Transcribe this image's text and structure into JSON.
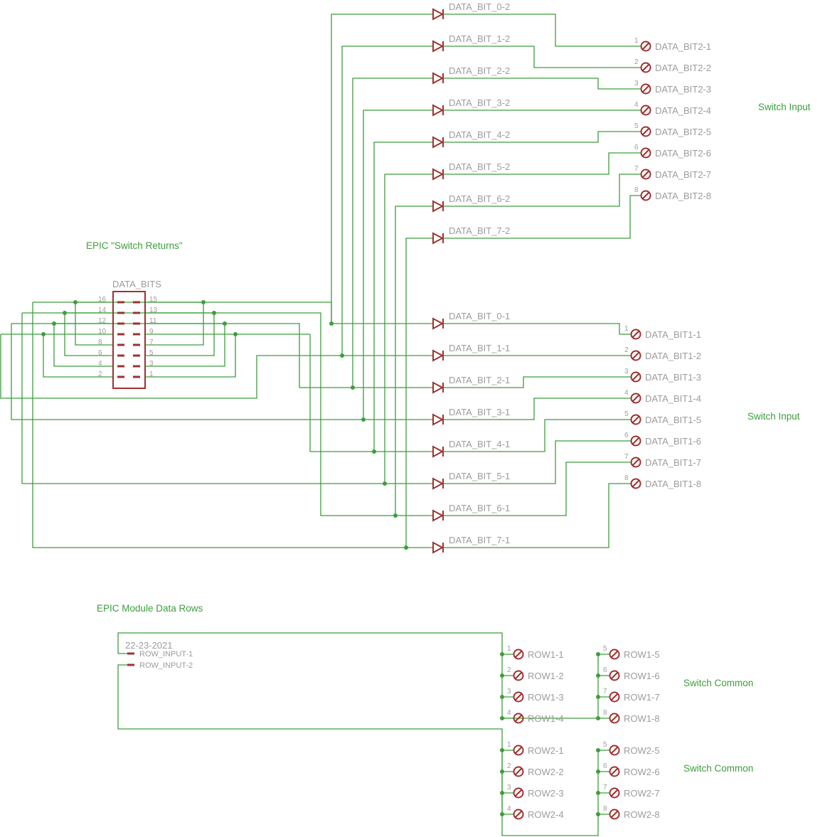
{
  "notes": {
    "switch_input_top": "Switch Input",
    "switch_input_bottom": "Switch Input",
    "switch_returns": "EPIC \"Switch Returns\"",
    "module_data_rows": "EPIC Module Data Rows",
    "switch_common_1": "Switch Common",
    "switch_common_2": "Switch Common"
  },
  "connector": {
    "name": "DATA_BITS",
    "left_pins": [
      "16",
      "14",
      "12",
      "10",
      "8",
      "6",
      "4",
      "2"
    ],
    "right_pins": [
      "15",
      "13",
      "11",
      "9",
      "7",
      "5",
      "3",
      "1"
    ]
  },
  "diodes_group2": [
    "DATA_BIT_0-2",
    "DATA_BIT_1-2",
    "DATA_BIT_2-2",
    "DATA_BIT_3-2",
    "DATA_BIT_4-2",
    "DATA_BIT_5-2",
    "DATA_BIT_6-2",
    "DATA_BIT_7-2"
  ],
  "diodes_group1": [
    "DATA_BIT_0-1",
    "DATA_BIT_1-1",
    "DATA_BIT_2-1",
    "DATA_BIT_3-1",
    "DATA_BIT_4-1",
    "DATA_BIT_5-1",
    "DATA_BIT_6-1",
    "DATA_BIT_7-1"
  ],
  "terminals_bit2": [
    {
      "pin": "1",
      "label": "DATA_BIT2-1"
    },
    {
      "pin": "2",
      "label": "DATA_BIT2-2"
    },
    {
      "pin": "3",
      "label": "DATA_BIT2-3"
    },
    {
      "pin": "4",
      "label": "DATA_BIT2-4"
    },
    {
      "pin": "5",
      "label": "DATA_BIT2-5"
    },
    {
      "pin": "6",
      "label": "DATA_BIT2-6"
    },
    {
      "pin": "7",
      "label": "DATA_BIT2-7"
    },
    {
      "pin": "8",
      "label": "DATA_BIT2-8"
    }
  ],
  "terminals_bit1": [
    {
      "pin": "1",
      "label": "DATA_BIT1-1"
    },
    {
      "pin": "2",
      "label": "DATA_BIT1-2"
    },
    {
      "pin": "3",
      "label": "DATA_BIT1-3"
    },
    {
      "pin": "4",
      "label": "DATA_BIT1-4"
    },
    {
      "pin": "5",
      "label": "DATA_BIT1-5"
    },
    {
      "pin": "6",
      "label": "DATA_BIT1-6"
    },
    {
      "pin": "7",
      "label": "DATA_BIT1-7"
    },
    {
      "pin": "8",
      "label": "DATA_BIT1-8"
    }
  ],
  "row_connector": {
    "name": "22-23-2021",
    "pins": [
      "ROW_INPUT-1",
      "ROW_INPUT-2"
    ]
  },
  "rows": {
    "row1_left": [
      {
        "pin": "1",
        "label": "ROW1-1"
      },
      {
        "pin": "2",
        "label": "ROW1-2"
      },
      {
        "pin": "3",
        "label": "ROW1-3"
      },
      {
        "pin": "4",
        "label": "ROW1-4"
      }
    ],
    "row1_right": [
      {
        "pin": "5",
        "label": "ROW1-5"
      },
      {
        "pin": "6",
        "label": "ROW1-6"
      },
      {
        "pin": "7",
        "label": "ROW1-7"
      },
      {
        "pin": "8",
        "label": "ROW1-8"
      }
    ],
    "row2_left": [
      {
        "pin": "1",
        "label": "ROW2-1"
      },
      {
        "pin": "2",
        "label": "ROW2-2"
      },
      {
        "pin": "3",
        "label": "ROW2-3"
      },
      {
        "pin": "4",
        "label": "ROW2-4"
      }
    ],
    "row2_right": [
      {
        "pin": "5",
        "label": "ROW2-5"
      },
      {
        "pin": "6",
        "label": "ROW2-6"
      },
      {
        "pin": "7",
        "label": "ROW2-7"
      },
      {
        "pin": "8",
        "label": "ROW2-8"
      }
    ]
  },
  "colors": {
    "wire": "#3c9e3c",
    "symbol": "#a03030",
    "label": "#9c9c9c"
  }
}
